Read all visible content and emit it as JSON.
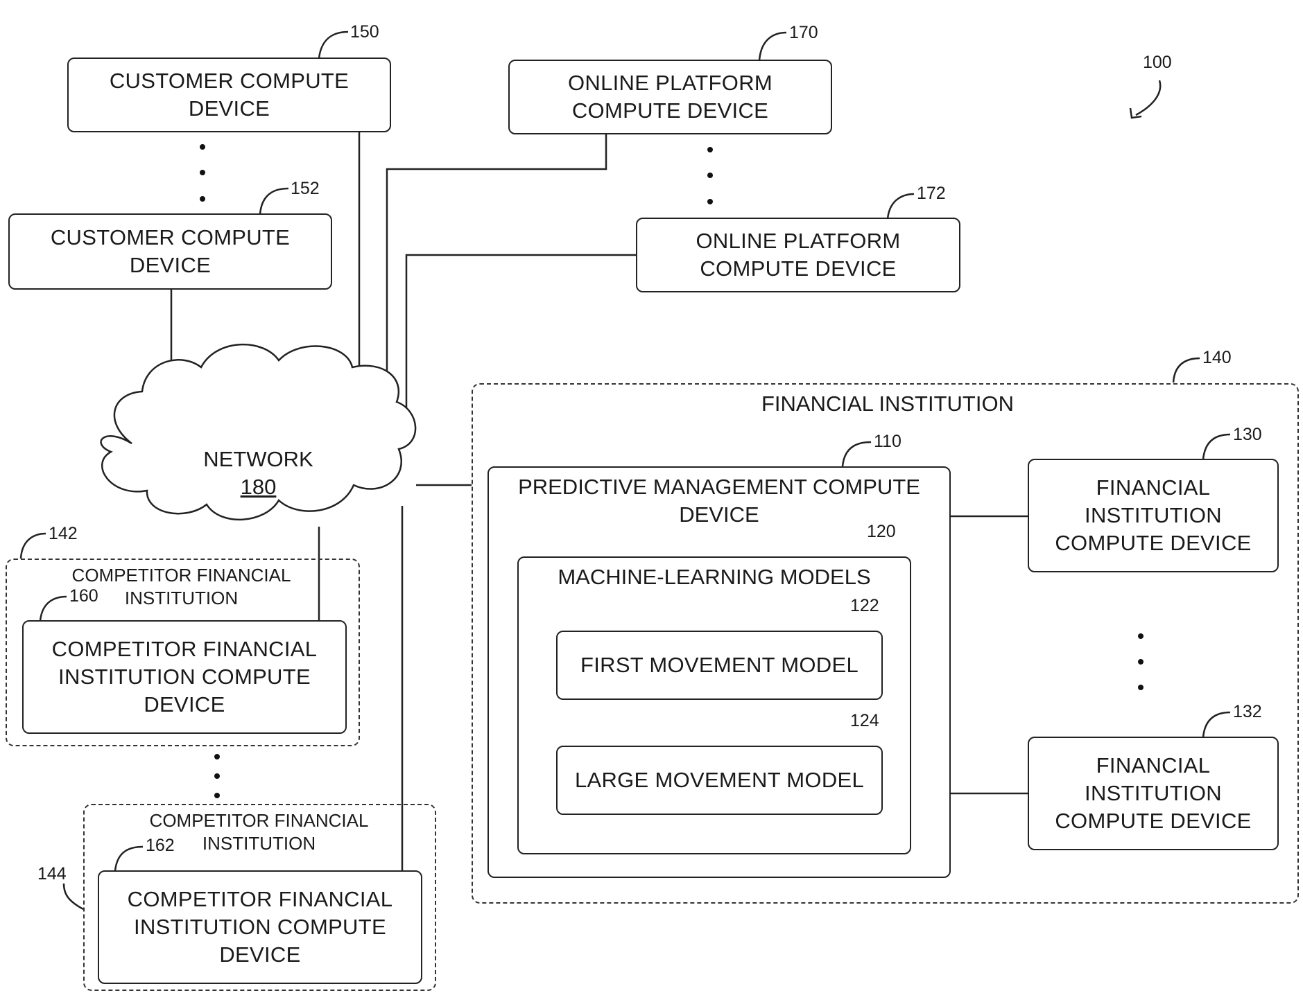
{
  "figure_ref": "100",
  "network": {
    "label": "NETWORK",
    "ref": "180"
  },
  "customer_devices": [
    {
      "label": "CUSTOMER COMPUTE\nDEVICE",
      "ref": "150"
    },
    {
      "label": "CUSTOMER COMPUTE\nDEVICE",
      "ref": "152"
    }
  ],
  "online_platforms": [
    {
      "label": "ONLINE PLATFORM\nCOMPUTE DEVICE",
      "ref": "170"
    },
    {
      "label": "ONLINE PLATFORM\nCOMPUTE DEVICE",
      "ref": "172"
    }
  ],
  "financial_institution": {
    "label": "FINANCIAL INSTITUTION",
    "ref": "140",
    "predictive_device": {
      "label": "PREDICTIVE MANAGEMENT COMPUTE\nDEVICE",
      "ref": "110"
    },
    "ml_models": {
      "label": "MACHINE-LEARNING MODELS",
      "ref": "120",
      "first_model": {
        "label": "FIRST MOVEMENT MODEL",
        "ref": "122"
      },
      "large_model": {
        "label": "LARGE MOVEMENT MODEL",
        "ref": "124"
      }
    },
    "fi_devices": [
      {
        "label": "FINANCIAL\nINSTITUTION\nCOMPUTE DEVICE",
        "ref": "130"
      },
      {
        "label": "FINANCIAL\nINSTITUTION\nCOMPUTE DEVICE",
        "ref": "132"
      }
    ]
  },
  "competitors": [
    {
      "label": "COMPETITOR FINANCIAL\nINSTITUTION",
      "ref": "142",
      "device": {
        "label": "COMPETITOR FINANCIAL\nINSTITUTION COMPUTE\nDEVICE",
        "ref": "160"
      }
    },
    {
      "label": "COMPETITOR FINANCIAL\nINSTITUTION",
      "ref": "144",
      "device": {
        "label": "COMPETITOR FINANCIAL\nINSTITUTION COMPUTE\nDEVICE",
        "ref": "162"
      }
    }
  ]
}
